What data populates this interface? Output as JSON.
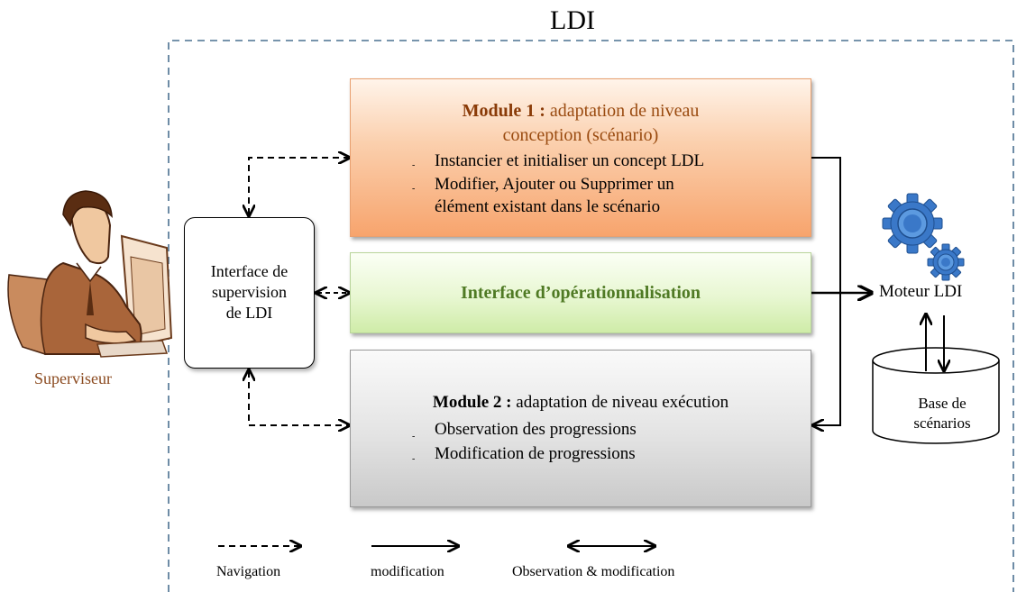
{
  "title": "LDI",
  "module1": {
    "bold": "Module 1 :",
    "title_rest": " adaptation de niveau",
    "title_line2": "conception (scénario)",
    "items": [
      "Instancier et initialiser un concept LDL",
      "Modifier, Ajouter ou Supprimer un",
      "élément existant dans le scénario"
    ]
  },
  "interface_op": {
    "label": "Interface d’opérationnalisation"
  },
  "module2": {
    "bold": "Module 2 :",
    "title_rest": " adaptation de niveau exécution",
    "items": [
      "Observation des progressions",
      "Modification de progressions"
    ]
  },
  "interface_sup": {
    "lines": [
      "Interface de",
      "supervision",
      "de LDI"
    ]
  },
  "moteur": "Moteur LDI",
  "database": {
    "lines": [
      "Base de",
      "scénarios"
    ]
  },
  "superviseur": "Superviseur",
  "legend": {
    "navigation": "Navigation",
    "modification": "modification",
    "observation": "Observation & modification"
  },
  "colors": {
    "module1": "#f7a46d",
    "interface_op": "#cfeca8",
    "module2": "#c9c9c9",
    "frame": "#4a7090",
    "gear": "#3a78c8"
  }
}
